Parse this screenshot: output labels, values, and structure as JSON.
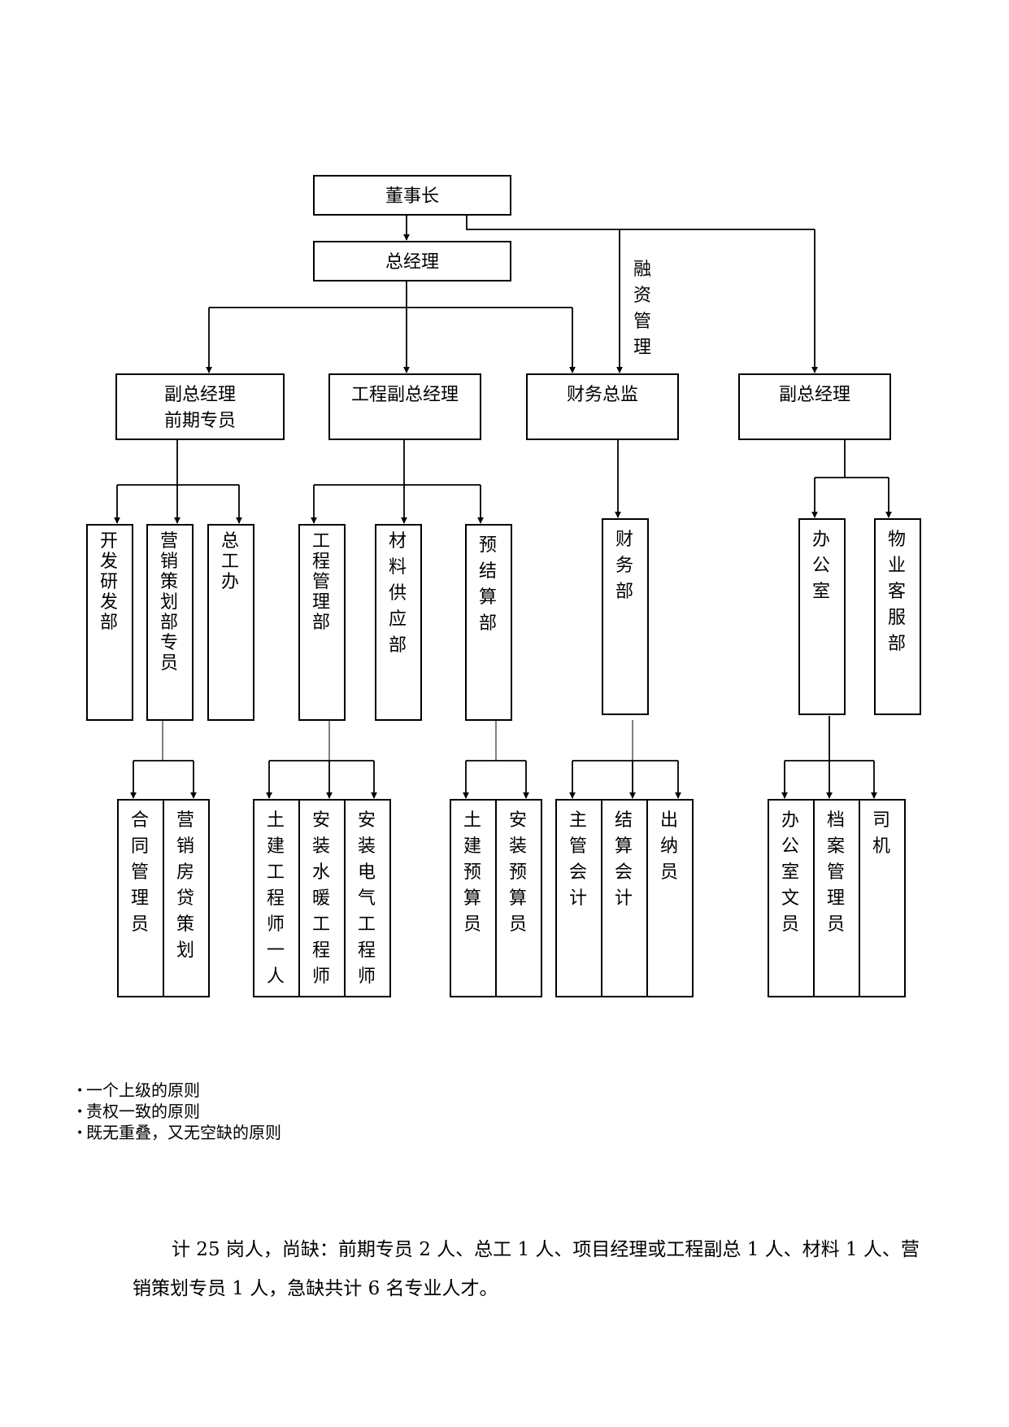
{
  "nodes": {
    "chairman": "董事长",
    "gm": "总经理",
    "financing": "融资管理",
    "vgm_pre": "副总经理",
    "vgm_pre_sub": "前期专员",
    "eng_vgm": "工程副总经理",
    "cfo": "财务总监",
    "vgm_right": "副总经理",
    "dev_research": "开发研发部",
    "marketing": "营销策划部专员",
    "chief_eng_office": "总工办",
    "eng_mgmt": "工程管理部",
    "materials": "材料供应部",
    "budget": "预结算部",
    "finance_dept": "财务部",
    "office": "办公室",
    "property": "物业客服部",
    "contract_clerk": "合同管理员",
    "mortgage_planning": "营销房贷策划",
    "civil_engineer": "土建工程师一人",
    "plumbing_hvac_engineer": "安装水暖工程师",
    "electrical_engineer": "安装电气工程师",
    "civil_estimator": "土建预算员",
    "install_estimator": "安装预算员",
    "chief_accountant": "主管会计",
    "settlement_accountant": "结算会计",
    "cashier": "出纳员",
    "office_clerk": "办公室文员",
    "archivist": "档案管理员",
    "driver": "司机"
  },
  "principles": [
    "一个上级的原则",
    "责权一致的原则",
    "既无重叠，又无空缺的原则"
  ],
  "summary": "计 25 岗人，尚缺：前期专员 2 人、总工 1 人、项目经理或工程副总 1 人、材料 1 人、营销策划专员 1 人，急缺共计 6 名专业人才。"
}
